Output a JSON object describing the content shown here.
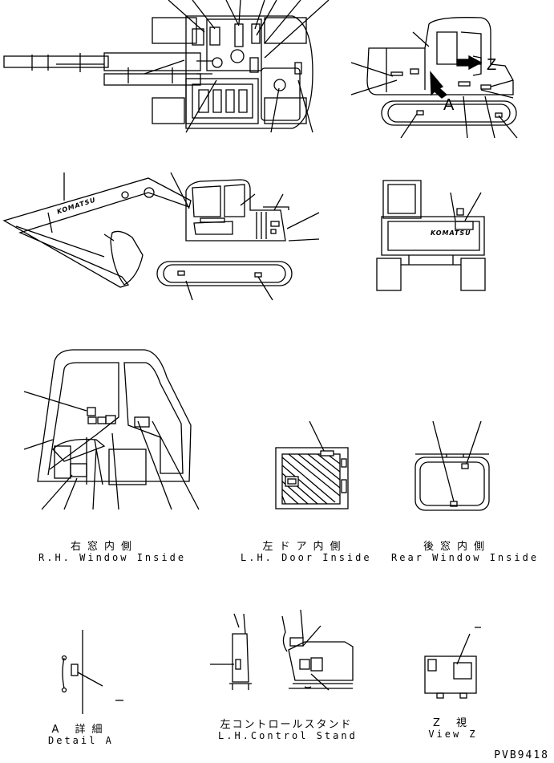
{
  "views": [
    {
      "jp": "右窓内側",
      "en": "R.H. Window Inside"
    },
    {
      "jp": "左ドア内側",
      "en": "L.H. Door Inside"
    },
    {
      "jp": "後窓内側",
      "en": "Rear Window Inside"
    },
    {
      "jp": "A 詳細",
      "en": "Detail A"
    },
    {
      "jp": "左コントロールスタンド",
      "en": "L.H.Control Stand"
    },
    {
      "jp": "Z 視",
      "en": "View Z"
    }
  ],
  "markers": {
    "a": "A",
    "z": "Z"
  },
  "brand": "KOMATSU",
  "drawing_code": "PVB9418"
}
